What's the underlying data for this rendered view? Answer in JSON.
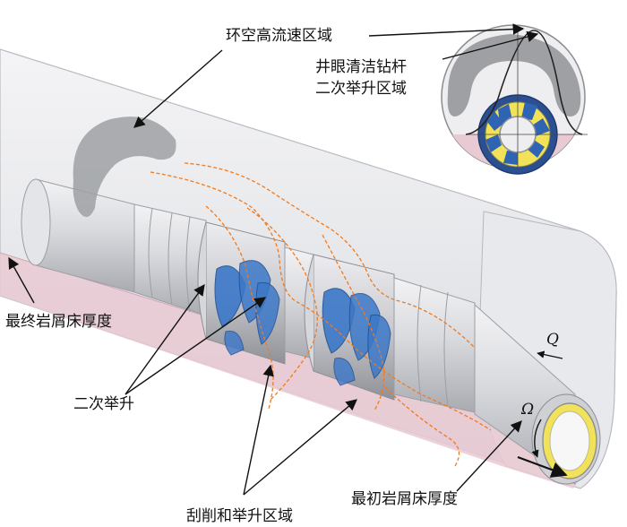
{
  "labels": {
    "annulus_high_velocity": "环空高流速区域",
    "cleaning_pipe_line1": "井眼清洁钻杆",
    "cleaning_pipe_line2": "二次举升区域",
    "final_bed": "最终岩屑床厚度",
    "secondary_lift": "二次举升",
    "scrape_lift": "刮削和举升区域",
    "initial_bed": "最初岩屑床厚度",
    "flow_symbol": "Q",
    "rotation_symbol": "Ω"
  },
  "colors": {
    "pipe_body": "#dcdde2",
    "cuttings_bed": "#e9c9d2",
    "blade_blue": "#3c78c8",
    "streamline_orange": "#f07a1e",
    "yellow_ring": "#f2e25a",
    "zone_gray": "#9ea0a3",
    "arrow_black": "#111111"
  }
}
